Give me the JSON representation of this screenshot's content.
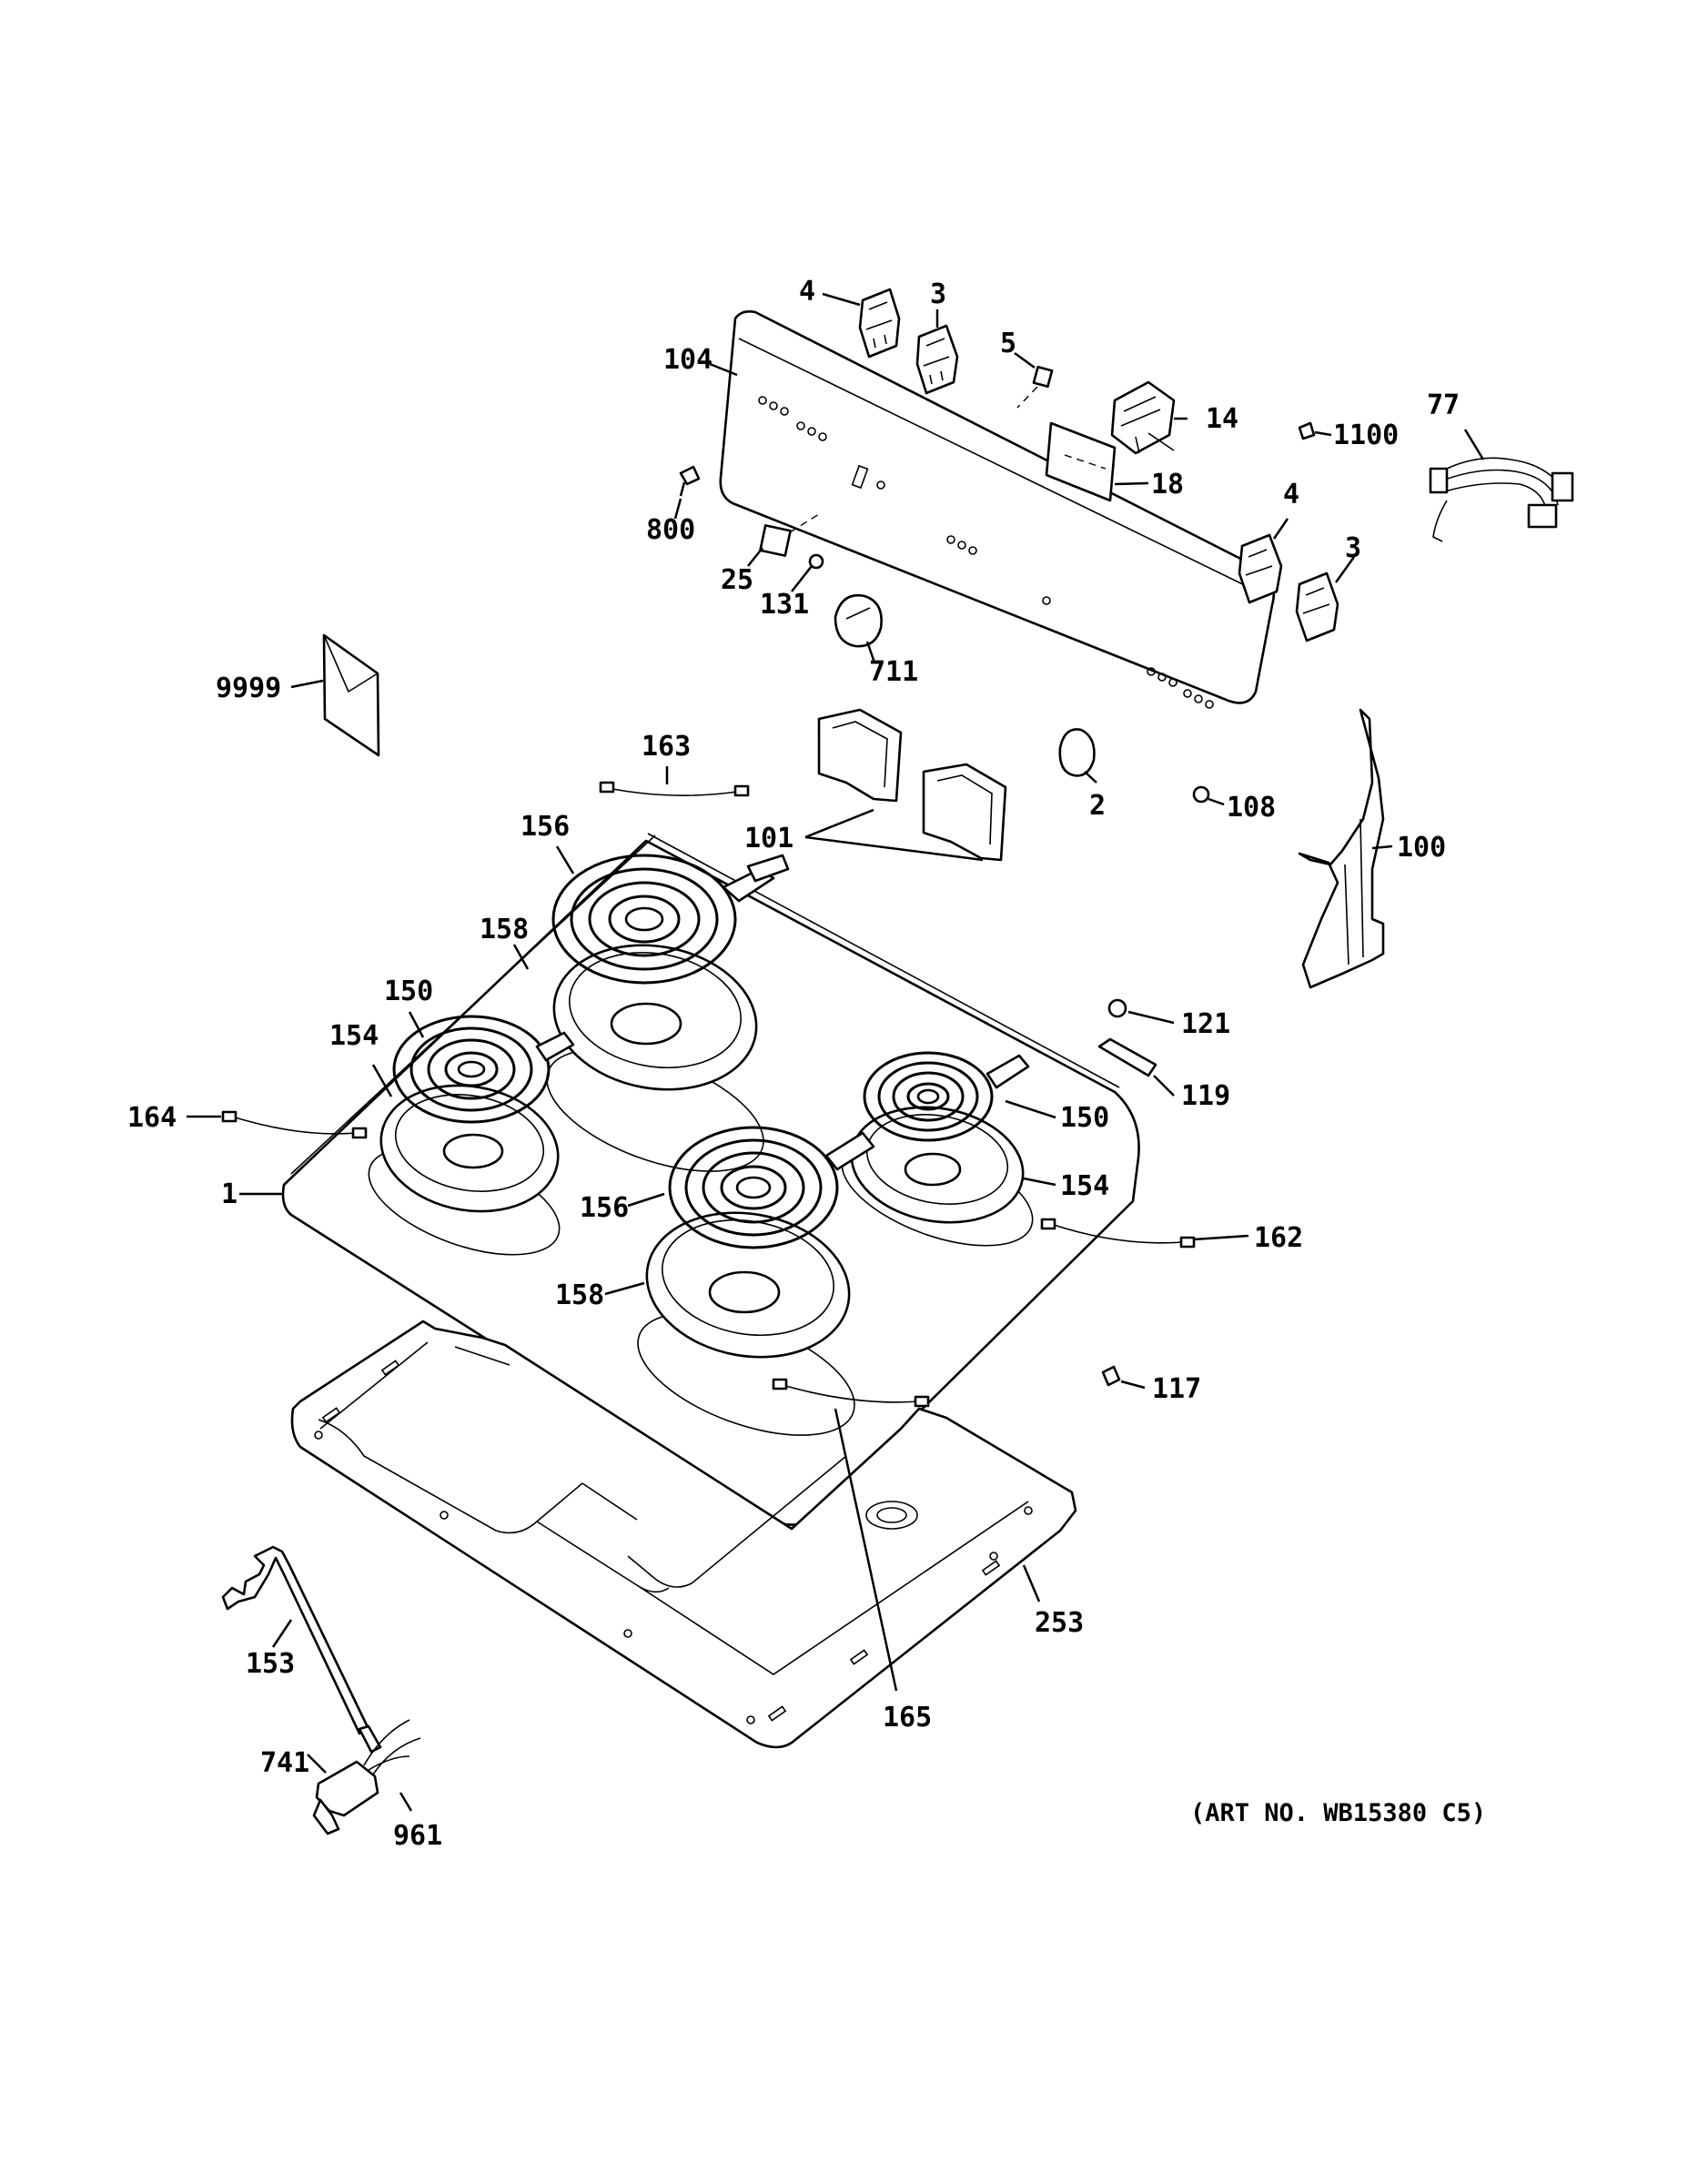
{
  "diagram": {
    "art_number": "(ART NO. WB15380 C5)",
    "callouts": {
      "c4a": "4",
      "c3a": "3",
      "c5": "5",
      "c104": "104",
      "c14": "14",
      "c1100": "1100",
      "c77": "77",
      "c18": "18",
      "c800": "800",
      "c4b": "4",
      "c3b": "3",
      "c25": "25",
      "c131": "131",
      "c711": "711",
      "c9999": "9999",
      "c163": "163",
      "c2": "2",
      "c108": "108",
      "c156a": "156",
      "c101": "101",
      "c100": "100",
      "c158a": "158",
      "c150a": "150",
      "c154a": "154",
      "c121": "121",
      "c164": "164",
      "c119": "119",
      "c150b": "150",
      "c1": "1",
      "c154b": "154",
      "c156b": "156",
      "c162": "162",
      "c158b": "158",
      "c117": "117",
      "c253": "253",
      "c153": "153",
      "c165": "165",
      "c741": "741",
      "c961": "961"
    }
  }
}
